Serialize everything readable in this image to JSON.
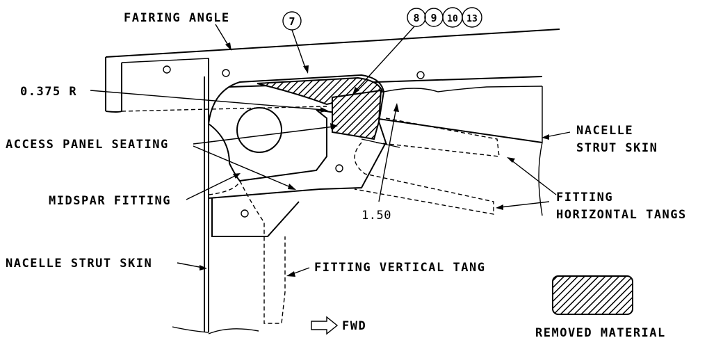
{
  "labels": {
    "fairing_angle": "FAIRING ANGLE",
    "radius": "0.375 R",
    "access_panel_seating": "ACCESS PANEL SEATING",
    "midspar_fitting": "MIDSPAR FITTING",
    "nacelle_strut_skin_left": "NACELLE STRUT SKIN",
    "nacelle_strut_skin_right_1": "NACELLE",
    "nacelle_strut_skin_right_2": "STRUT SKIN",
    "fitting_horizontal_tangs_1": "FITTING",
    "fitting_horizontal_tangs_2": "HORIZONTAL TANGS",
    "fitting_vertical_tang": "FITTING VERTICAL TANG",
    "dimension": "1.50",
    "fwd": "FWD",
    "removed_material": "REMOVED MATERIAL"
  },
  "callouts": [
    "7",
    "8",
    "9",
    "10",
    "13"
  ]
}
